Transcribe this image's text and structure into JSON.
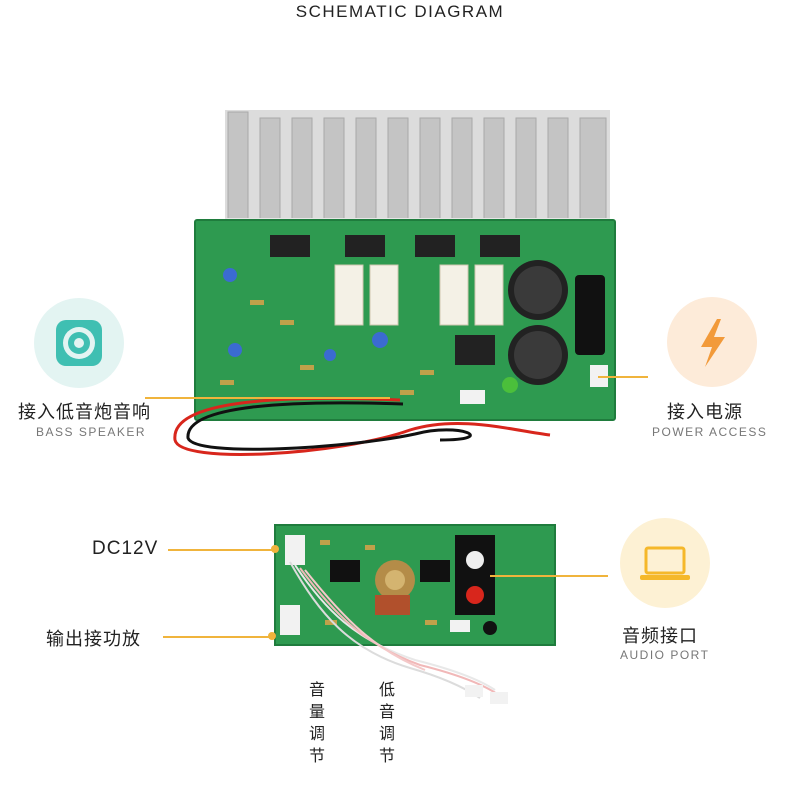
{
  "title": "SCHEMATIC DIAGRAM",
  "labels": {
    "bass_speaker_cn": "接入低音炮音响",
    "bass_speaker_en": "BASS SPEAKER",
    "power_cn": "接入电源",
    "power_en": "POWER ACCESS",
    "dc": "DC12V",
    "output_cn": "输出接功放",
    "audio_cn": "音频接口",
    "audio_en": "AUDIO PORT",
    "volume_cn": "音量调节",
    "bass_cn": "低音调节"
  },
  "icons": {
    "speaker": "speaker-icon",
    "power": "lightning-icon",
    "audio": "laptop-icon"
  },
  "colors": {
    "teal": "#3fbfb2",
    "orange": "#f29a3a",
    "yellow": "#f5c24a",
    "pcb_green": "#2e9a50",
    "lead_line": "#f0b43c"
  }
}
